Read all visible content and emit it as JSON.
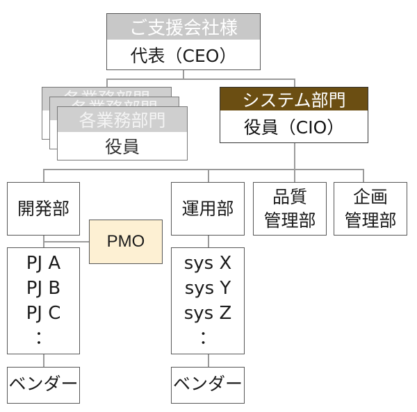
{
  "colors": {
    "client_header": "#c8c8c8",
    "system_header": "#6b4e12",
    "pmo_fill": "#fdf0d3",
    "business_header": "#cfcfcf"
  },
  "client": {
    "header": "ご支援会社様",
    "role": "代表（CEO）"
  },
  "business_units": {
    "header": "各業務部門",
    "role": "役員"
  },
  "system_dept": {
    "header": "システム部門",
    "role": "役員（CIO）"
  },
  "departments": {
    "development": "開発部",
    "operations": "運用部",
    "quality": [
      "品質",
      "管理部"
    ],
    "planning": [
      "企画",
      "管理部"
    ]
  },
  "pmo": "PMO",
  "projects": [
    "PJ A",
    "PJ B",
    "PJ C",
    "："
  ],
  "systems": [
    "sys X",
    "sys Y",
    "sys Z",
    "："
  ],
  "vendor_dev": "ベンダー",
  "vendor_ops": "ベンダー"
}
